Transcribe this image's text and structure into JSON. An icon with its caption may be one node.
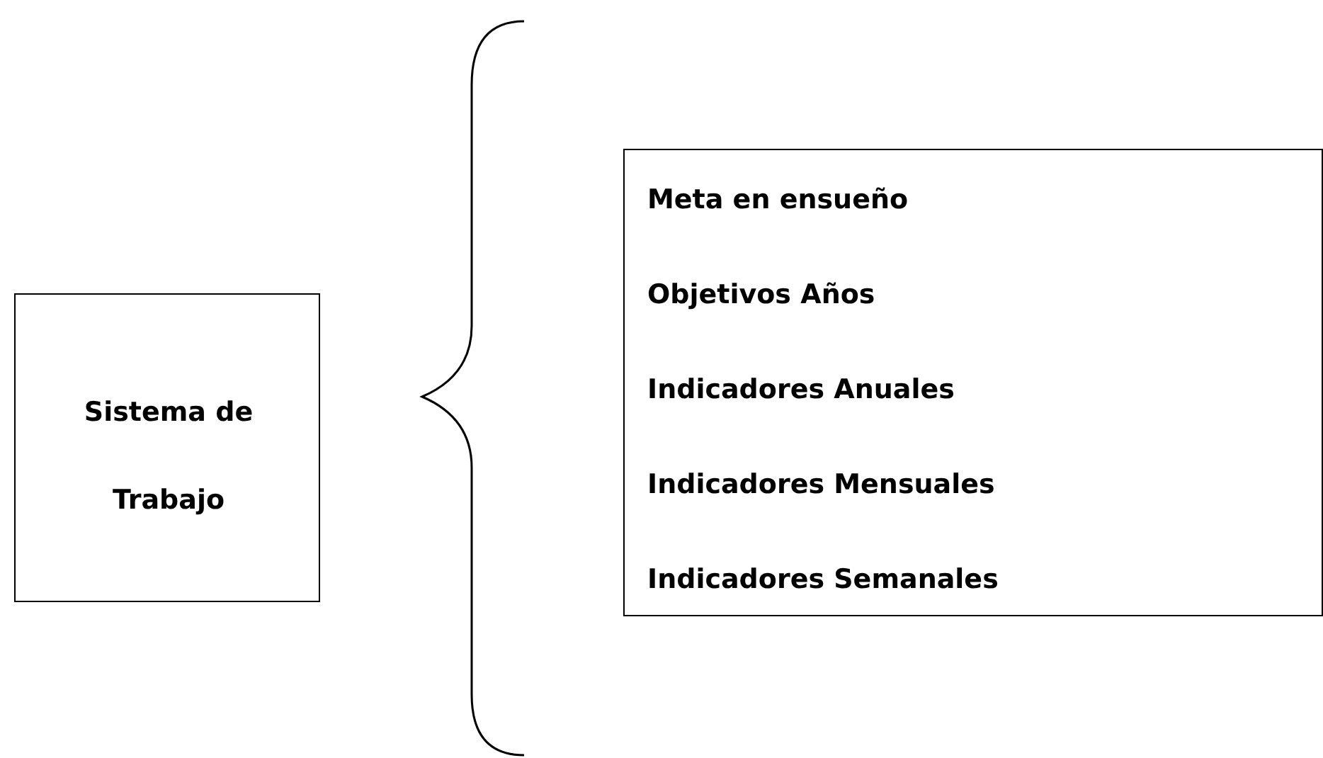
{
  "diagram": {
    "nodes": [
      {
        "text": [
          "Sistema de Trabajo"
        ]
      },
      {
        "text": [
          "Meta en ensueño",
          "Objetivos Años",
          "Indicadores Anuales",
          "Indicadores Mensuales",
          "Indicadores Semanales"
        ]
      }
    ]
  }
}
